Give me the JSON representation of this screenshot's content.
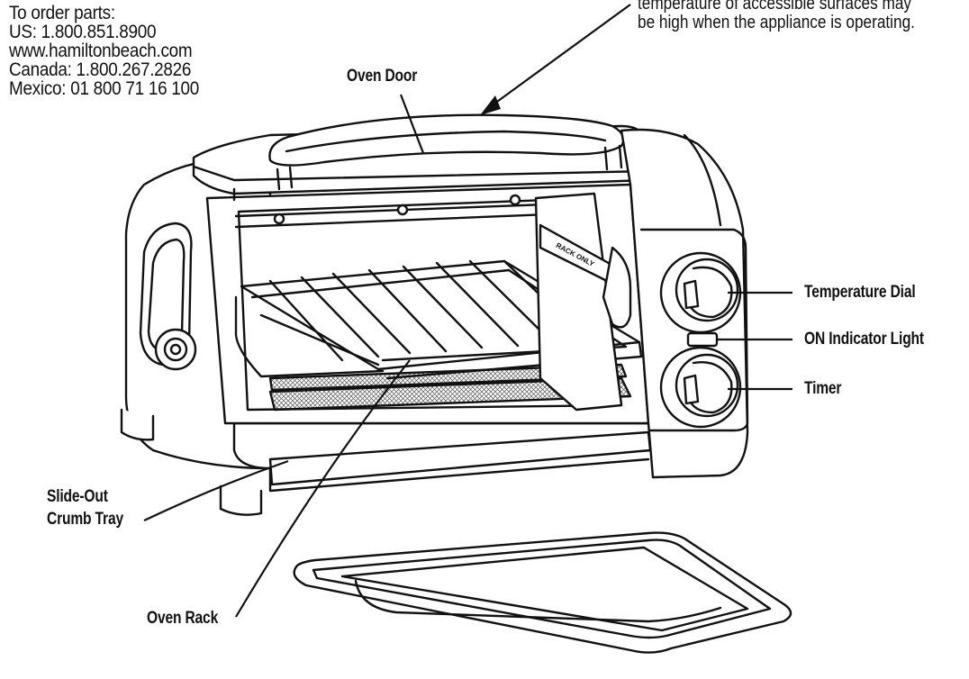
{
  "order_info": {
    "lines": [
      "To order parts:",
      "US: 1.800.851.8900",
      "www.hamiltonbeach.com",
      "Canada: 1.800.267.2826",
      "Mexico: 01 800 71 16 100"
    ]
  },
  "caution": {
    "lines": [
      "temperature of accessible surfaces may",
      "be high when the appliance is operating."
    ]
  },
  "labels": {
    "oven_door": "Oven Door",
    "temperature_dial": "Temperature Dial",
    "on_indicator_light": "ON Indicator Light",
    "timer": "Timer",
    "slide_out_line1": "Slide-Out",
    "slide_out_line2": "Crumb Tray",
    "oven_rack": "Oven Rack"
  },
  "embossed": {
    "rack_marking": "RACK ONLY"
  }
}
